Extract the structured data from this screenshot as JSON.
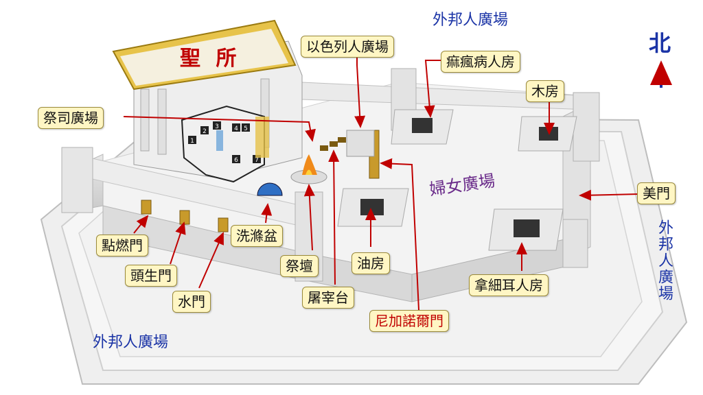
{
  "title_north": "北",
  "regions": {
    "gentiles_court_top": "外邦人廣場",
    "gentiles_court_bottom": "外邦人廣場",
    "gentiles_court_right": "外邦人廣場",
    "sanctuary": "聖 所",
    "women_court": "婦女廣場"
  },
  "labels": {
    "israel_court": "以色列人廣場",
    "leper_chamber": "痲瘋病人房",
    "wood_chamber": "木房",
    "priests_court": "祭司廣場",
    "beautiful_gate": "美門",
    "oil_chamber": "油房",
    "nazirite_chamber": "拿細耳人房",
    "laver": "洗滌盆",
    "kindling_gate": "點燃門",
    "firstborn_gate": "頭生門",
    "water_gate": "水門",
    "altar": "祭壇",
    "slaughter_place": "屠宰台",
    "nicanor_gate": "尼加諾爾門"
  },
  "sanctuary_numbers": [
    "1",
    "2",
    "3",
    "4",
    "5",
    "6",
    "7"
  ],
  "colors": {
    "label_bg": "#fff6c4",
    "arrow": "#c00000",
    "gentiles_text": "#1a33a6",
    "women_text": "#6a2b8a",
    "sanctuary_text": "#c00000"
  }
}
